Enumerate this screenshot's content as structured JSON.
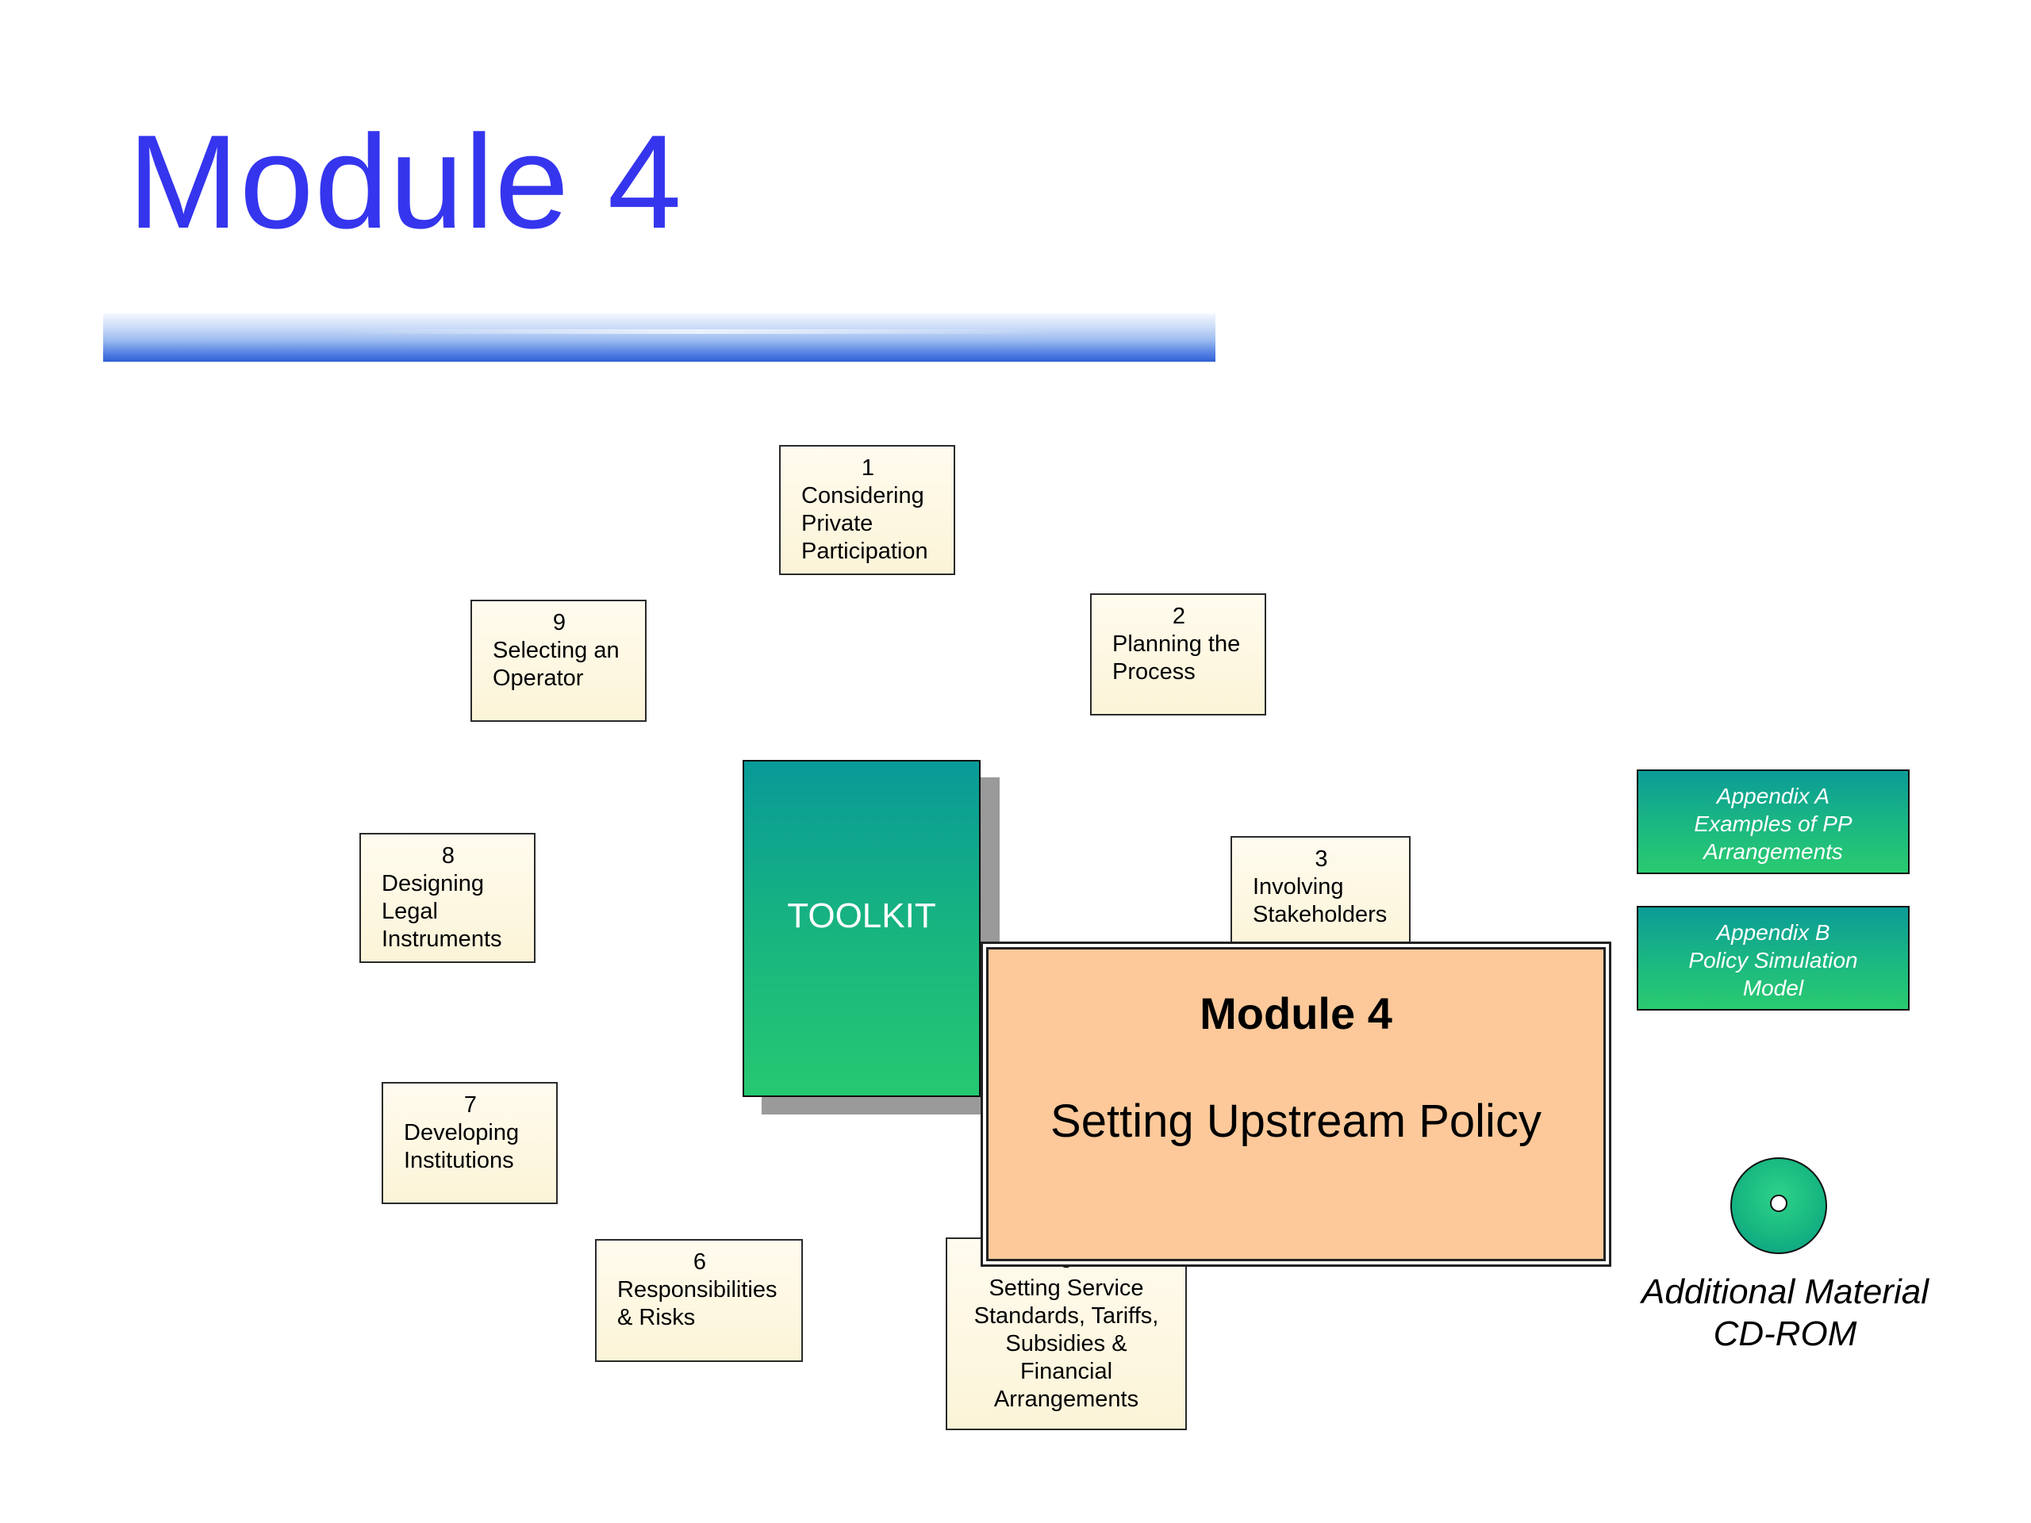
{
  "slide": {
    "title": "Module 4"
  },
  "toolkit": {
    "label": "TOOLKIT"
  },
  "main_module": {
    "title": "Module 4",
    "subtitle": "Setting Upstream Policy"
  },
  "steps": [
    {
      "number": "1",
      "label": "Considering\nPrivate\nParticipation"
    },
    {
      "number": "2",
      "label": "Planning the\nProcess"
    },
    {
      "number": "3",
      "label": "Involving\nStakeholders"
    },
    {
      "number": "5",
      "label": "Setting Service\nStandards, Tariffs,\nSubsidies &\nFinancial\nArrangements"
    },
    {
      "number": "6",
      "label": "Responsibilities\n& Risks"
    },
    {
      "number": "7",
      "label": "Developing\nInstitutions"
    },
    {
      "number": "8",
      "label": "Designing\nLegal\nInstruments"
    },
    {
      "number": "9",
      "label": "Selecting an\nOperator"
    }
  ],
  "appendices": [
    {
      "label": "Appendix A\nExamples of PP\nArrangements"
    },
    {
      "label": "Appendix B\nPolicy Simulation\nModel"
    }
  ],
  "cd_rom": {
    "icon": "cd-rom-icon",
    "label": "Additional Material\nCD-ROM"
  },
  "colors": {
    "title": "#3535ee",
    "step_box_fill": "#fdf6df",
    "toolkit_top": "#089a98",
    "toolkit_bottom": "#27c872",
    "main_module_fill": "#fdc99a"
  }
}
